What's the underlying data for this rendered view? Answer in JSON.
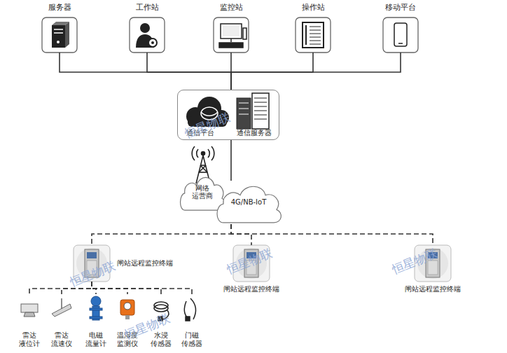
{
  "diagram": {
    "nodes": [
      {
        "text": [
          "服务器"
        ]
      },
      {
        "text": [
          "工作站"
        ]
      },
      {
        "text": [
          "监控站"
        ]
      },
      {
        "text": [
          "操作站"
        ]
      },
      {
        "text": [
          "移动平台"
        ]
      },
      {
        "text": [
          "通信平台",
          "通信服务器"
        ]
      },
      {
        "text": [
          "网络 运营商"
        ]
      },
      {
        "text": [
          "4G/NB-IoT"
        ]
      },
      {
        "text": [
          "闸站远程监控终端"
        ]
      },
      {
        "text": [
          "闸站远程监控终端"
        ]
      },
      {
        "text": [
          "闸站远程监控终端"
        ]
      },
      {
        "text": [
          "雷达 液位计"
        ]
      },
      {
        "text": [
          "雷达 流速仪"
        ]
      },
      {
        "text": [
          "电磁 流量计"
        ]
      },
      {
        "text": [
          "温湿度 监测仪"
        ]
      },
      {
        "text": [
          "水浸 传感器"
        ]
      },
      {
        "text": [
          "门磁 传感器"
        ]
      }
    ],
    "edges": [
      {
        "from": 0,
        "to": 5,
        "arrow": "none"
      },
      {
        "from": 1,
        "to": 5,
        "arrow": "none"
      },
      {
        "from": 2,
        "to": 5,
        "arrow": "none"
      },
      {
        "from": 3,
        "to": 5,
        "arrow": "none"
      },
      {
        "from": 4,
        "to": 5,
        "arrow": "none"
      },
      {
        "from": 5,
        "to": 7,
        "arrow": "none"
      },
      {
        "from": 7,
        "to": 8,
        "arrow": "none"
      },
      {
        "from": 7,
        "to": 9,
        "arrow": "none"
      },
      {
        "from": 7,
        "to": 10,
        "arrow": "none"
      },
      {
        "from": 8,
        "to": 11,
        "arrow": "none"
      },
      {
        "from": 8,
        "to": 12,
        "arrow": "none"
      },
      {
        "from": 8,
        "to": 13,
        "arrow": "none"
      },
      {
        "from": 8,
        "to": 14,
        "arrow": "none"
      },
      {
        "from": 8,
        "to": 15,
        "arrow": "none"
      },
      {
        "from": 8,
        "to": 16,
        "arrow": "none"
      }
    ],
    "labels": [
      "恒星物联",
      "恒星物联",
      "恒星物联",
      "恒星物联",
      "恒星物联"
    ]
  }
}
